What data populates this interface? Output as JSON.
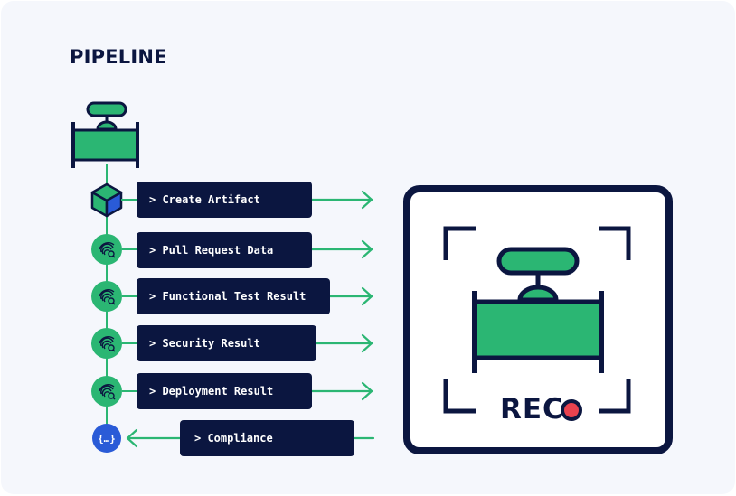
{
  "title": "PIPELINE",
  "steps": [
    {
      "label": "> Create Artifact",
      "icon": "cube-icon"
    },
    {
      "label": "> Pull Request Data",
      "icon": "fingerprint-icon"
    },
    {
      "label": "> Functional Test Result",
      "icon": "fingerprint-icon"
    },
    {
      "label": "> Security Result",
      "icon": "fingerprint-icon"
    },
    {
      "label": "> Deployment Result",
      "icon": "fingerprint-icon"
    },
    {
      "label": "> Compliance",
      "icon": "code-braces-icon"
    }
  ],
  "recorder": {
    "label": "REC",
    "indicator_color": "#e8424f"
  },
  "colors": {
    "navy": "#0b1640",
    "green": "#2bb673",
    "blue": "#2a5bd7",
    "background": "#f5f7fc"
  }
}
